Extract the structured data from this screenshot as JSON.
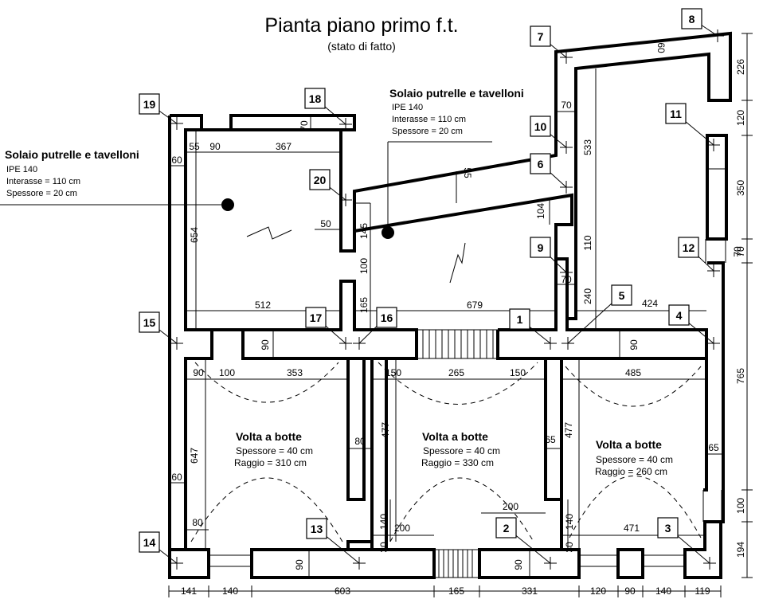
{
  "title": "Pianta piano primo f.t.",
  "subtitle": "(stato di fatto)",
  "slab_notes": [
    {
      "heading": "Solaio putrelle e tavelloni",
      "lines": [
        "IPE 140",
        "Interasse = 110 cm",
        "Spessore = 20 cm"
      ]
    },
    {
      "heading": "Solaio putrelle e tavelloni",
      "lines": [
        "IPE 140",
        "Interasse = 110 cm",
        "Spessore = 20 cm"
      ]
    }
  ],
  "vault_notes": [
    {
      "heading": "Volta a botte",
      "lines": [
        "Spessore = 40 cm",
        "Raggio = 310 cm"
      ]
    },
    {
      "heading": "Volta a botte",
      "lines": [
        "Spessore = 40 cm",
        "Raggio = 330 cm"
      ]
    },
    {
      "heading": "Volta a botte",
      "lines": [
        "Spessore = 40 cm",
        "Raggio = 260 cm"
      ]
    }
  ],
  "markers": [
    "1",
    "2",
    "3",
    "4",
    "5",
    "6",
    "7",
    "8",
    "9",
    "10",
    "11",
    "12",
    "13",
    "14",
    "15",
    "16",
    "17",
    "18",
    "19",
    "20"
  ],
  "dimensions": {
    "bottom_chain": [
      "141",
      "140",
      "603",
      "165",
      "331",
      "120",
      "90",
      "140",
      "119"
    ],
    "right_chain": [
      "226",
      "120",
      "350",
      "70",
      "765",
      "100",
      "194"
    ],
    "labels": [
      "55",
      "90",
      "367",
      "60",
      "654",
      "70",
      "50",
      "145",
      "100",
      "165",
      "512",
      "679",
      "55",
      "104",
      "70",
      "533",
      "110",
      "70",
      "240",
      "424",
      "90",
      "90",
      "90",
      "100",
      "353",
      "150",
      "265",
      "150",
      "485",
      "80",
      "65",
      "65",
      "477",
      "477",
      "647",
      "60",
      "80",
      "140",
      "200",
      "200",
      "140",
      "30",
      "30",
      "471",
      "90",
      "90",
      "60",
      "70"
    ]
  }
}
